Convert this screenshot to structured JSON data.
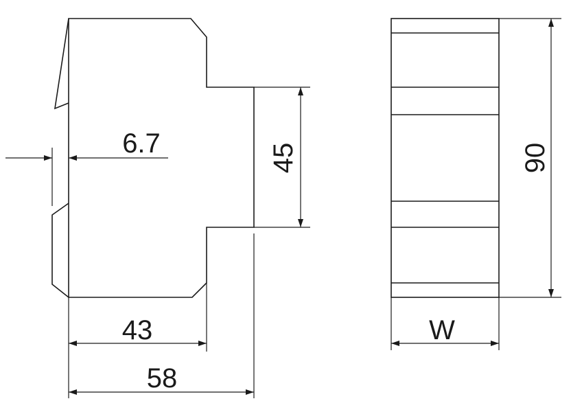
{
  "dimensions": {
    "offset_label": "6.7",
    "front_width_label": "43",
    "overall_depth_label": "58",
    "terminal_height_label": "45",
    "overall_height_label": "90",
    "module_width_label": "W"
  },
  "colors": {
    "line": "#1a1a1a",
    "background": "#ffffff"
  }
}
